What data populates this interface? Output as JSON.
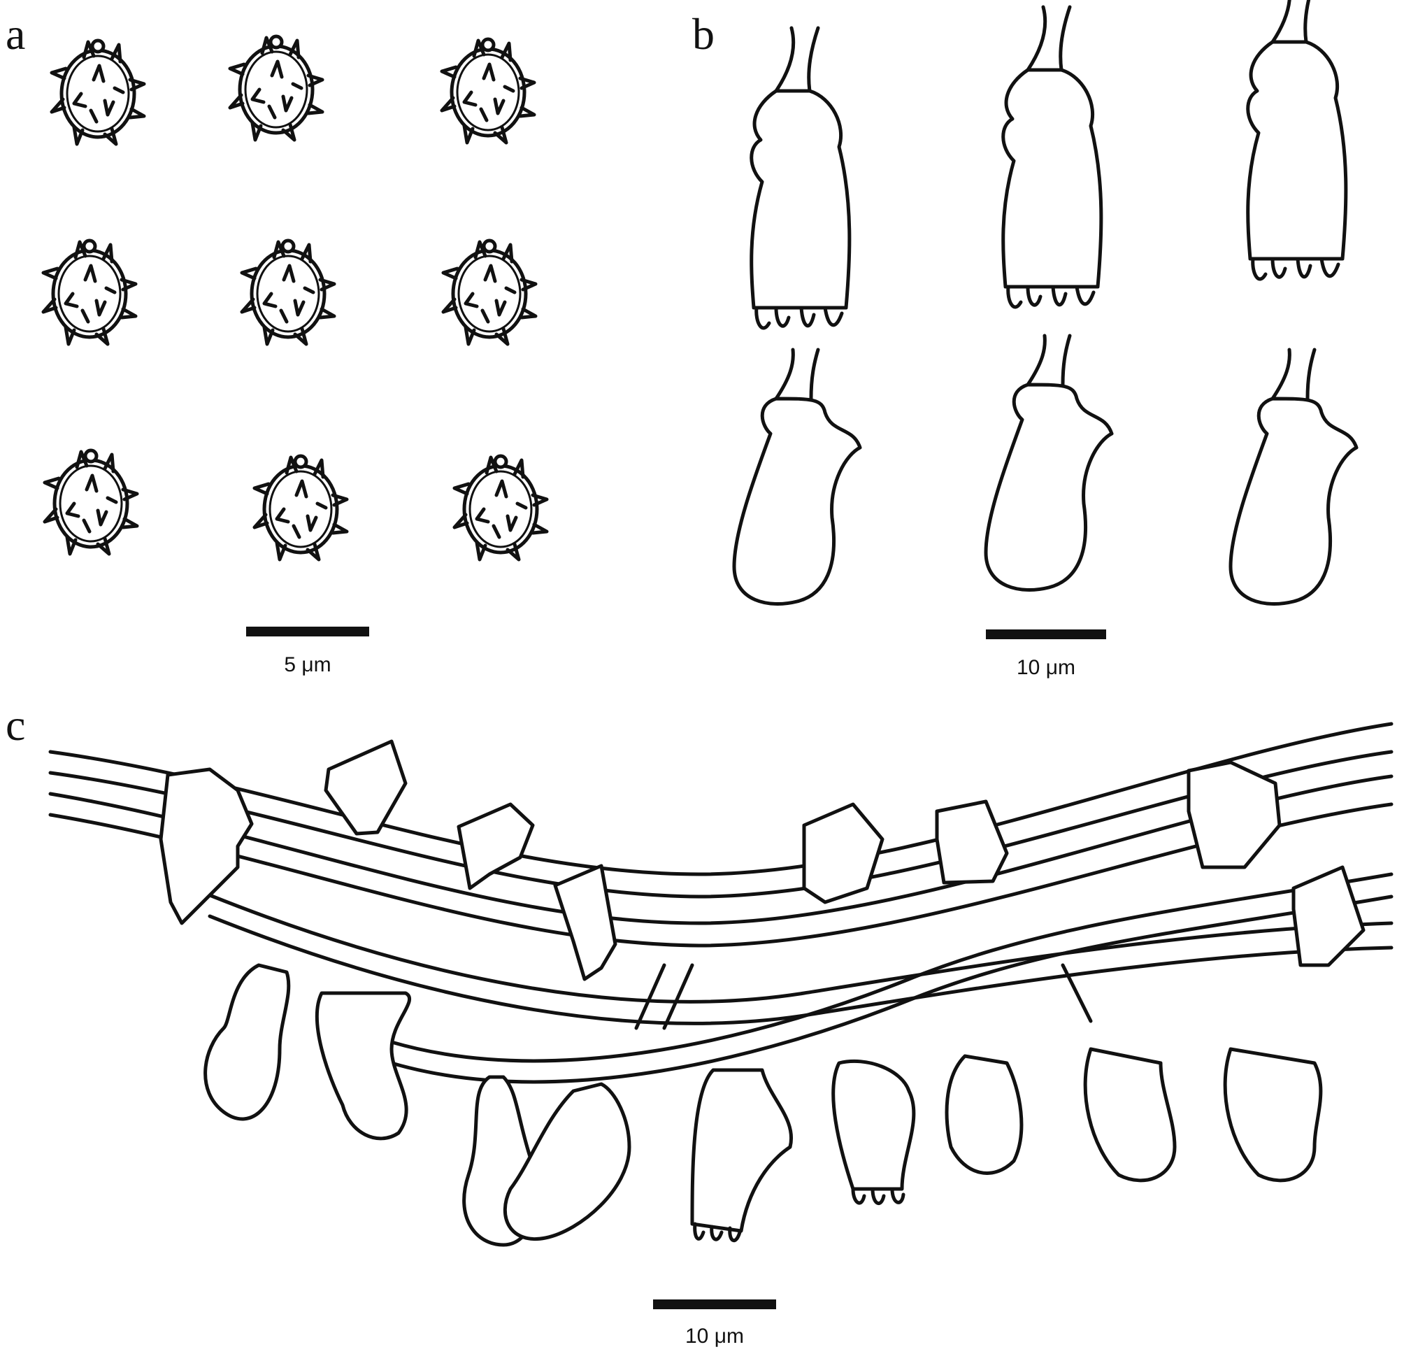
{
  "panels": {
    "a": {
      "letter": "a",
      "scale_label": "5 μm"
    },
    "b": {
      "letter": "b",
      "scale_label": "10 μm"
    },
    "c": {
      "letter": "c",
      "scale_label": "10 μm"
    }
  },
  "colors": {
    "ink": "#111111",
    "background": "#ffffff"
  }
}
